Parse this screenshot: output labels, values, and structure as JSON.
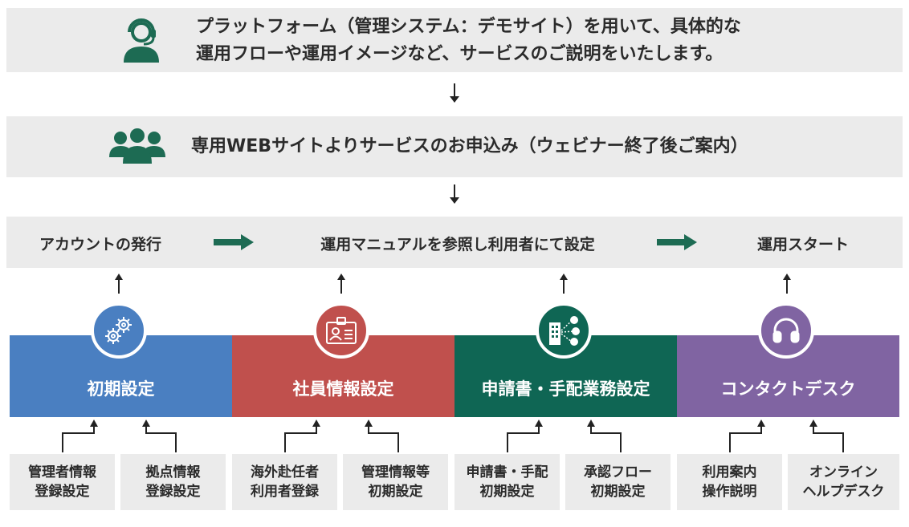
{
  "colors": {
    "bar_bg": "#ebebeb",
    "green_icon": "#1d6b53",
    "blue": "#4a7fc1",
    "red": "#c0504d",
    "green": "#0f6654",
    "purple": "#8064a2"
  },
  "top_bar": {
    "icon": "headset-person-icon",
    "line1": "プラットフォーム（管理システム：デモサイト）を用いて、具体的な",
    "line2": "運用フローや運用イメージなど、サービスのご説明をいたします。"
  },
  "second_bar": {
    "icon": "group-icon",
    "text": "専用WEBサイトよりサービスのお申込み（ウェビナー終了後ご案内）"
  },
  "steps": [
    "アカウントの発行",
    "運用マニュアルを参照し利用者にて設定",
    "運用スタート"
  ],
  "categories": [
    {
      "label": "初期設定",
      "icon": "gears-icon",
      "subs": [
        [
          "管理者情報",
          "登録設定"
        ],
        [
          "拠点情報",
          "登録設定"
        ]
      ]
    },
    {
      "label": "社員情報設定",
      "icon": "id-card-icon",
      "subs": [
        [
          "海外赴任者",
          "利用者登録"
        ],
        [
          "管理情報等",
          "初期設定"
        ]
      ]
    },
    {
      "label": "申請書・手配業務設定",
      "icon": "building-network-icon",
      "subs": [
        [
          "申請書・手配",
          "初期設定"
        ],
        [
          "承認フロー",
          "初期設定"
        ]
      ]
    },
    {
      "label": "コンタクトデスク",
      "icon": "headphones-icon",
      "subs": [
        [
          "利用案内",
          "操作説明"
        ],
        [
          "オンライン",
          "ヘルプデスク"
        ]
      ]
    }
  ]
}
